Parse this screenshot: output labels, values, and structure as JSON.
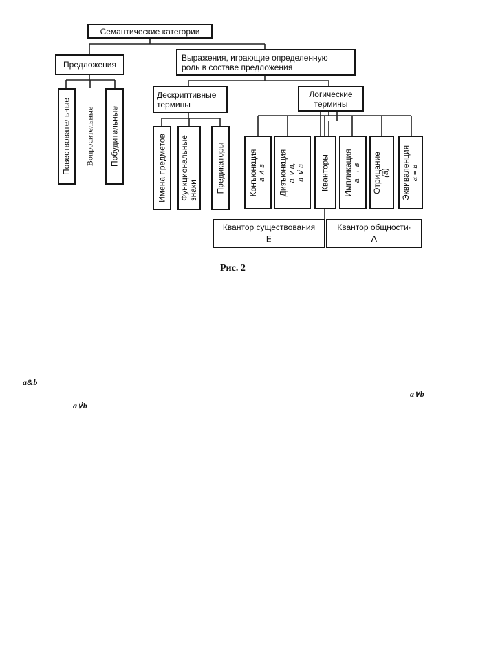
{
  "root": "Семантические категории",
  "sentences": {
    "label": "Предложения",
    "children": [
      "Повествовательные",
      "Вопросительные",
      "Побудительные"
    ]
  },
  "expressions": {
    "line1": "Выражения, играющие определенную",
    "line2": "роль в составе предложения"
  },
  "descriptive": {
    "line1": "Дескриптивные",
    "line2": "термины",
    "children": {
      "names": "Имена предметов",
      "functional_1": "Функциональные",
      "functional_2": "знаки",
      "predicators": "Предикаторы"
    }
  },
  "logical": {
    "line1": "Логические",
    "line2": "термины",
    "conjunction": {
      "label": "Конъюнкция",
      "formula": "a ∧ в"
    },
    "disjunction": {
      "label": "Дизъюнкция",
      "formula_1": "a ∨ в,",
      "formula_2": "в ∨̇ в"
    },
    "quantifiers": {
      "label": "Кванторы"
    },
    "implication": {
      "label": "Импликация",
      "formula": "a → в"
    },
    "negation": {
      "label": "Отрицание",
      "formula": "(ā)"
    },
    "equivalence": {
      "label": "Эквиваленция",
      "formula": "a ≡ в"
    }
  },
  "quantifier_types": {
    "existential": {
      "label": "Квантор существования",
      "symbol": "∃"
    },
    "universal": {
      "label": "Квантор общности·",
      "symbol": "∀"
    }
  },
  "caption": "Рис. 2",
  "formulas": {
    "a_and_b": "a&b",
    "a_or_b": "a∨b",
    "a_xor_b": "a∨̇b"
  }
}
